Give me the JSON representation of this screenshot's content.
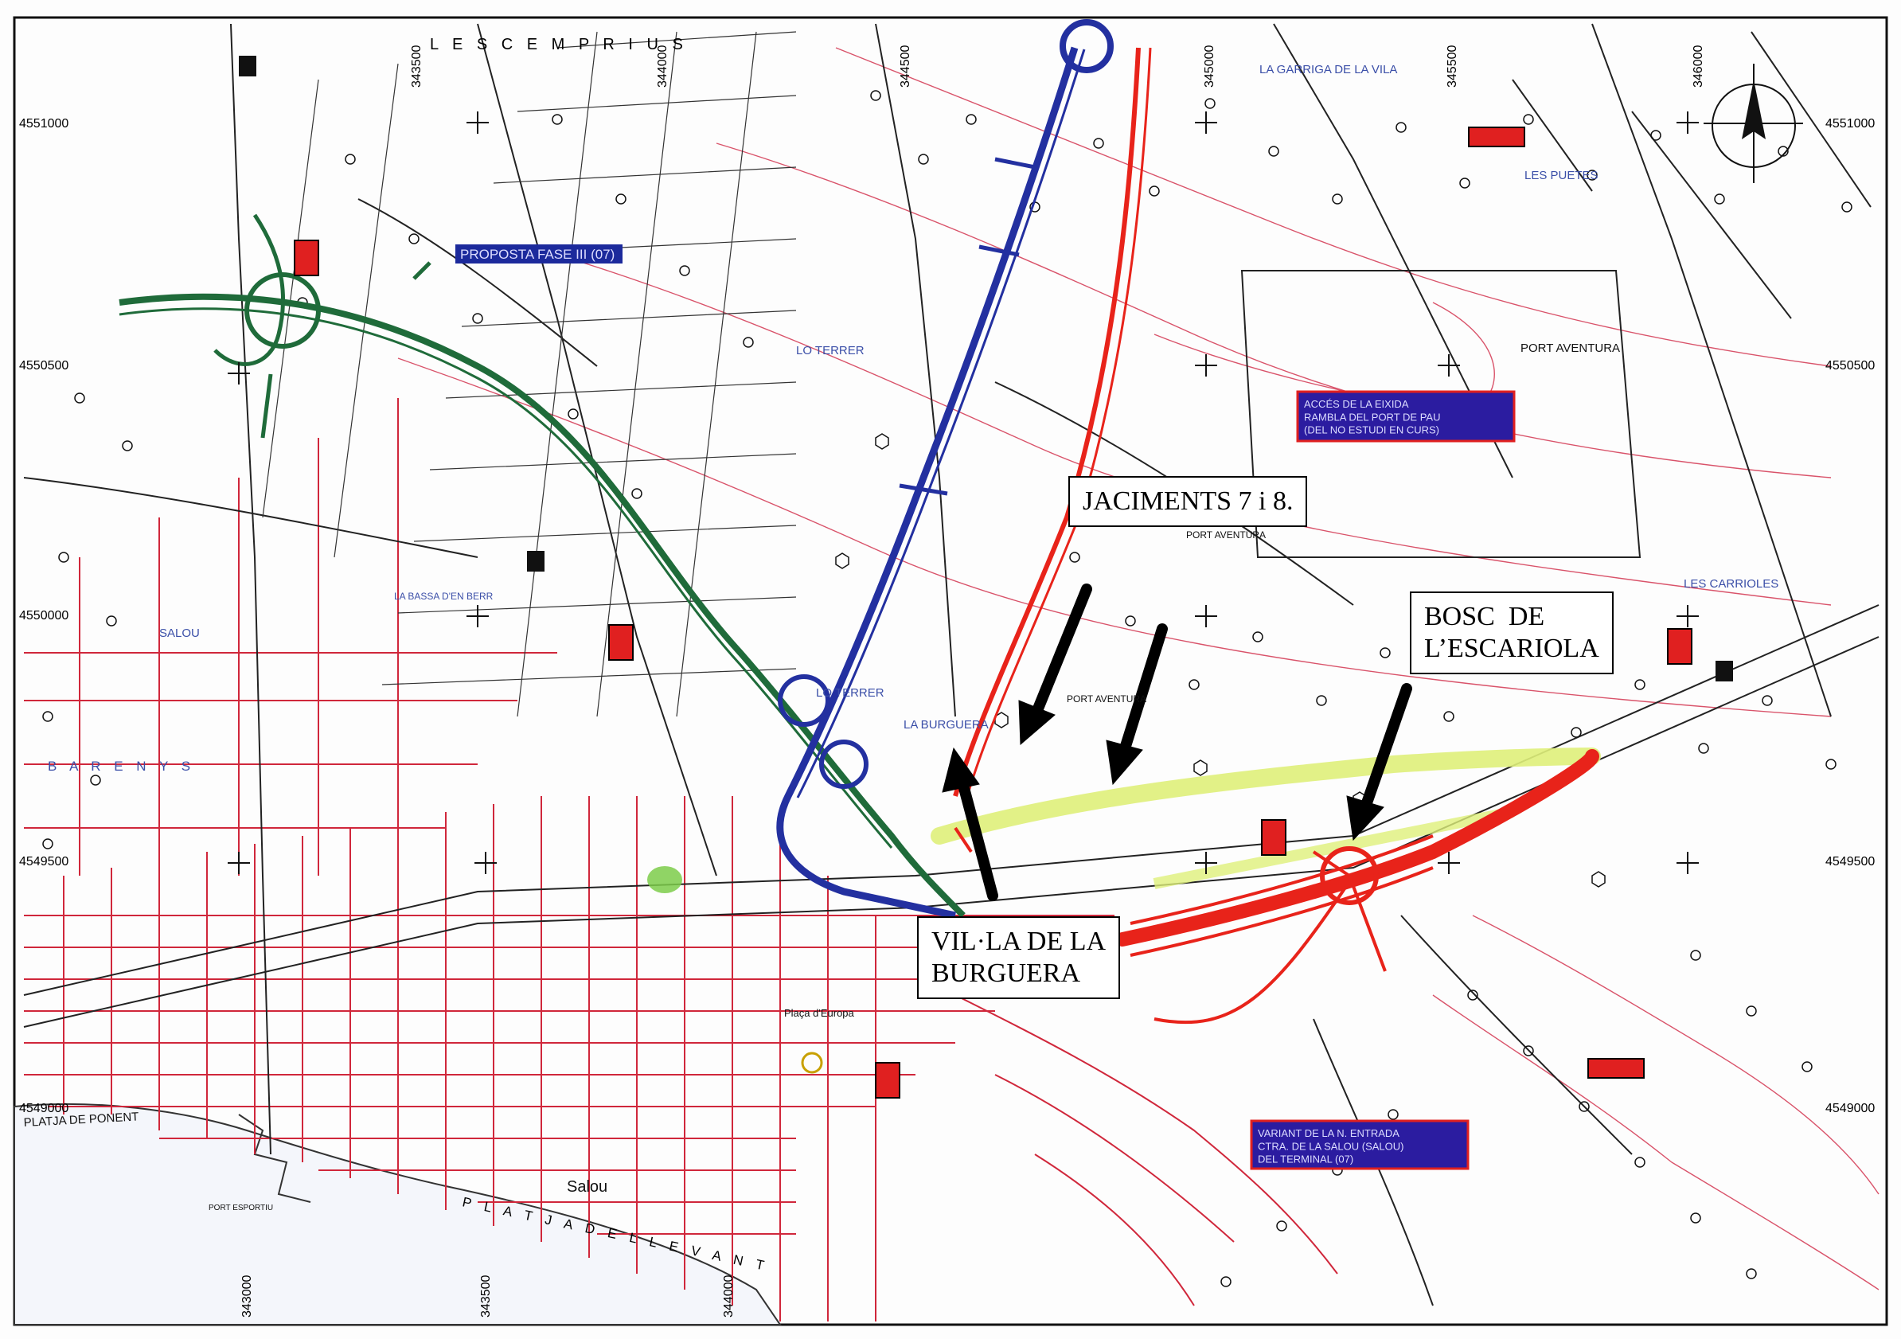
{
  "map": {
    "north_symbol": "compass-north-arrow",
    "colors": {
      "paper": "#fdfdfd",
      "urban": "#d0273b",
      "contour": "#d9536a",
      "roads": "#222222",
      "green_route": "#1f6b3a",
      "blue_route": "#2330a0",
      "red_route": "#e8231a",
      "yellow_route": "#dff07a",
      "callout_box": "#ffffff",
      "label_bg": "#1c2a9c"
    }
  },
  "callouts": {
    "jaciments": "JACIMENTS 7 i 8.",
    "bosc": "BOSC  DE\nL’ESCARIOLA",
    "villa": "VIL·LA DE LA\nBURGUERA"
  },
  "proposals": {
    "fase3": "PROPOSTA FASE III (07)",
    "variant": "VARIANT DE LA N. ENTRADA\nCTRA. DE LA SALOU (SALOU)\nDEL TERMINAL (07)",
    "port": "ACCÉS DE LA EIXIDA\nRAMBLA DEL PORT DE PAU\n(DEL NO ESTUDI EN CURS)"
  },
  "places": {
    "les_cemprius": "L  E  S    C  E  M  P  R  I  U  S",
    "lo_terrer": "LO TERRER",
    "lo_terrer_2": "LO TERRER",
    "port_aventura": "PORT AVENTURA",
    "port_aventura_2": "PORT AVENTURA",
    "port_aventura_3": "PORT AVENTURA",
    "la_burguera": "LA BURGUERA",
    "salou": "SALOU",
    "salou_town": "Salou",
    "barenys": "B  A  R  E  N  Y  S",
    "la_garriga": "LA GARRIGA DE LA VILA",
    "les_puetes": "LES PUETES",
    "les_carrioles": "LES CARRIOLES",
    "la_bassa": "LA BASSA D'EN BERR",
    "platja_llevant": "P  L  A  T  J  A    D  E    L  L  E  V  A  N  T",
    "platja_ponent": "PLATJA DE PONENT",
    "port_esportiu": "PORT ESPORTIU",
    "placa_europa": "Plaça d'Europa"
  },
  "coordinates": {
    "left": [
      "4551000",
      "4550500",
      "4550000",
      "4549500",
      "4549000"
    ],
    "right": [
      "4551000",
      "4550500",
      "4549500",
      "4549000"
    ],
    "top": [
      "343500",
      "344000",
      "344500",
      "345000",
      "345500",
      "346000"
    ],
    "bottom": [
      "343000",
      "343500",
      "344000"
    ]
  }
}
